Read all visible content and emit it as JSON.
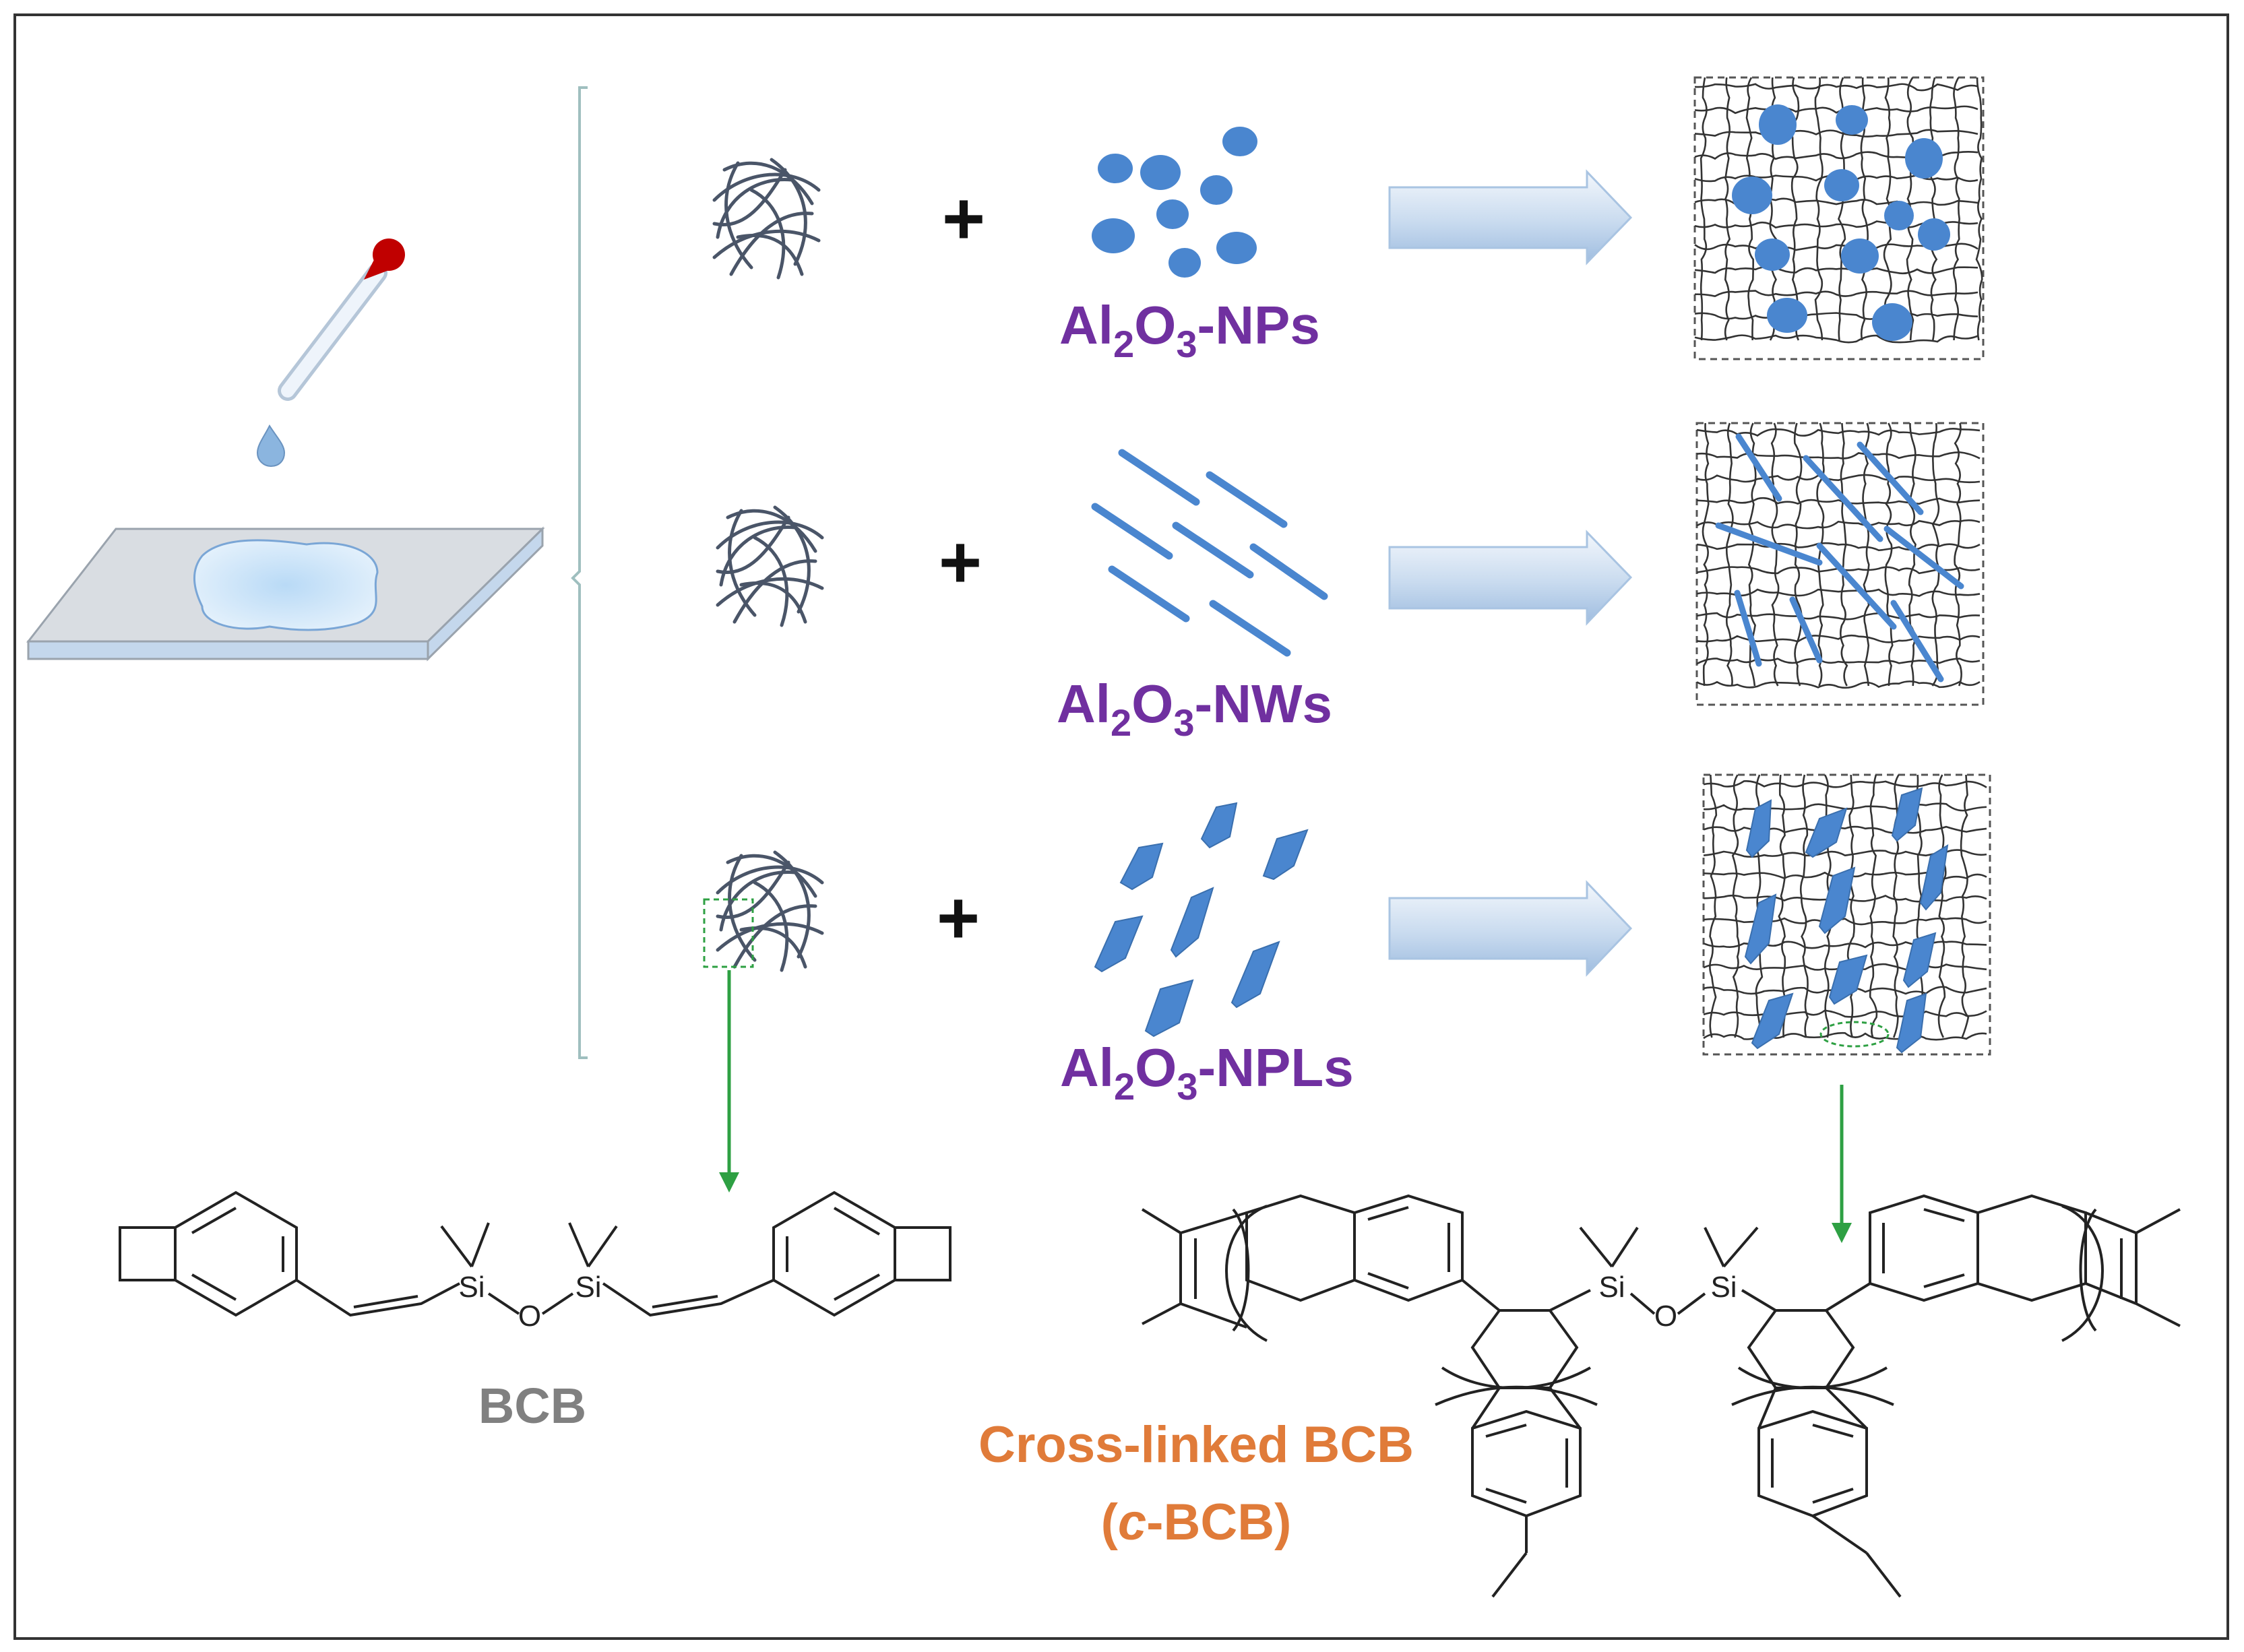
{
  "rows": [
    {
      "label_main": "Al",
      "label_sub1": "2",
      "label_mid": "O",
      "label_sub2": "3",
      "label_suffix": "-NPs"
    },
    {
      "label_main": "Al",
      "label_sub1": "2",
      "label_mid": "O",
      "label_sub2": "3",
      "label_suffix": "-NWs"
    },
    {
      "label_main": "Al",
      "label_sub1": "2",
      "label_mid": "O",
      "label_sub2": "3",
      "label_suffix": "-NPLs"
    }
  ],
  "plus_sign": "+",
  "bcb": {
    "name": "BCB",
    "atom_si": "Si",
    "atom_o": "O"
  },
  "cbcb": {
    "line1": "Cross-linked BCB",
    "line2_open": "(",
    "line2_italic": "c",
    "line2_rest": "-BCB)",
    "atom_si": "Si",
    "atom_o": "O"
  },
  "colors": {
    "particle": "#4a86cf",
    "label": "#7030a0",
    "bcb_label": "#808080",
    "cbcb_label": "#e07b39",
    "arrow_down": "#2ea043",
    "dropper_bulb": "#c00000",
    "frame": "#333333"
  },
  "icons": [
    "dropper-icon",
    "droplet-icon",
    "substrate-plate-icon",
    "fiber-bundle-icon",
    "process-arrow-icon",
    "composite-mesh-icon"
  ]
}
